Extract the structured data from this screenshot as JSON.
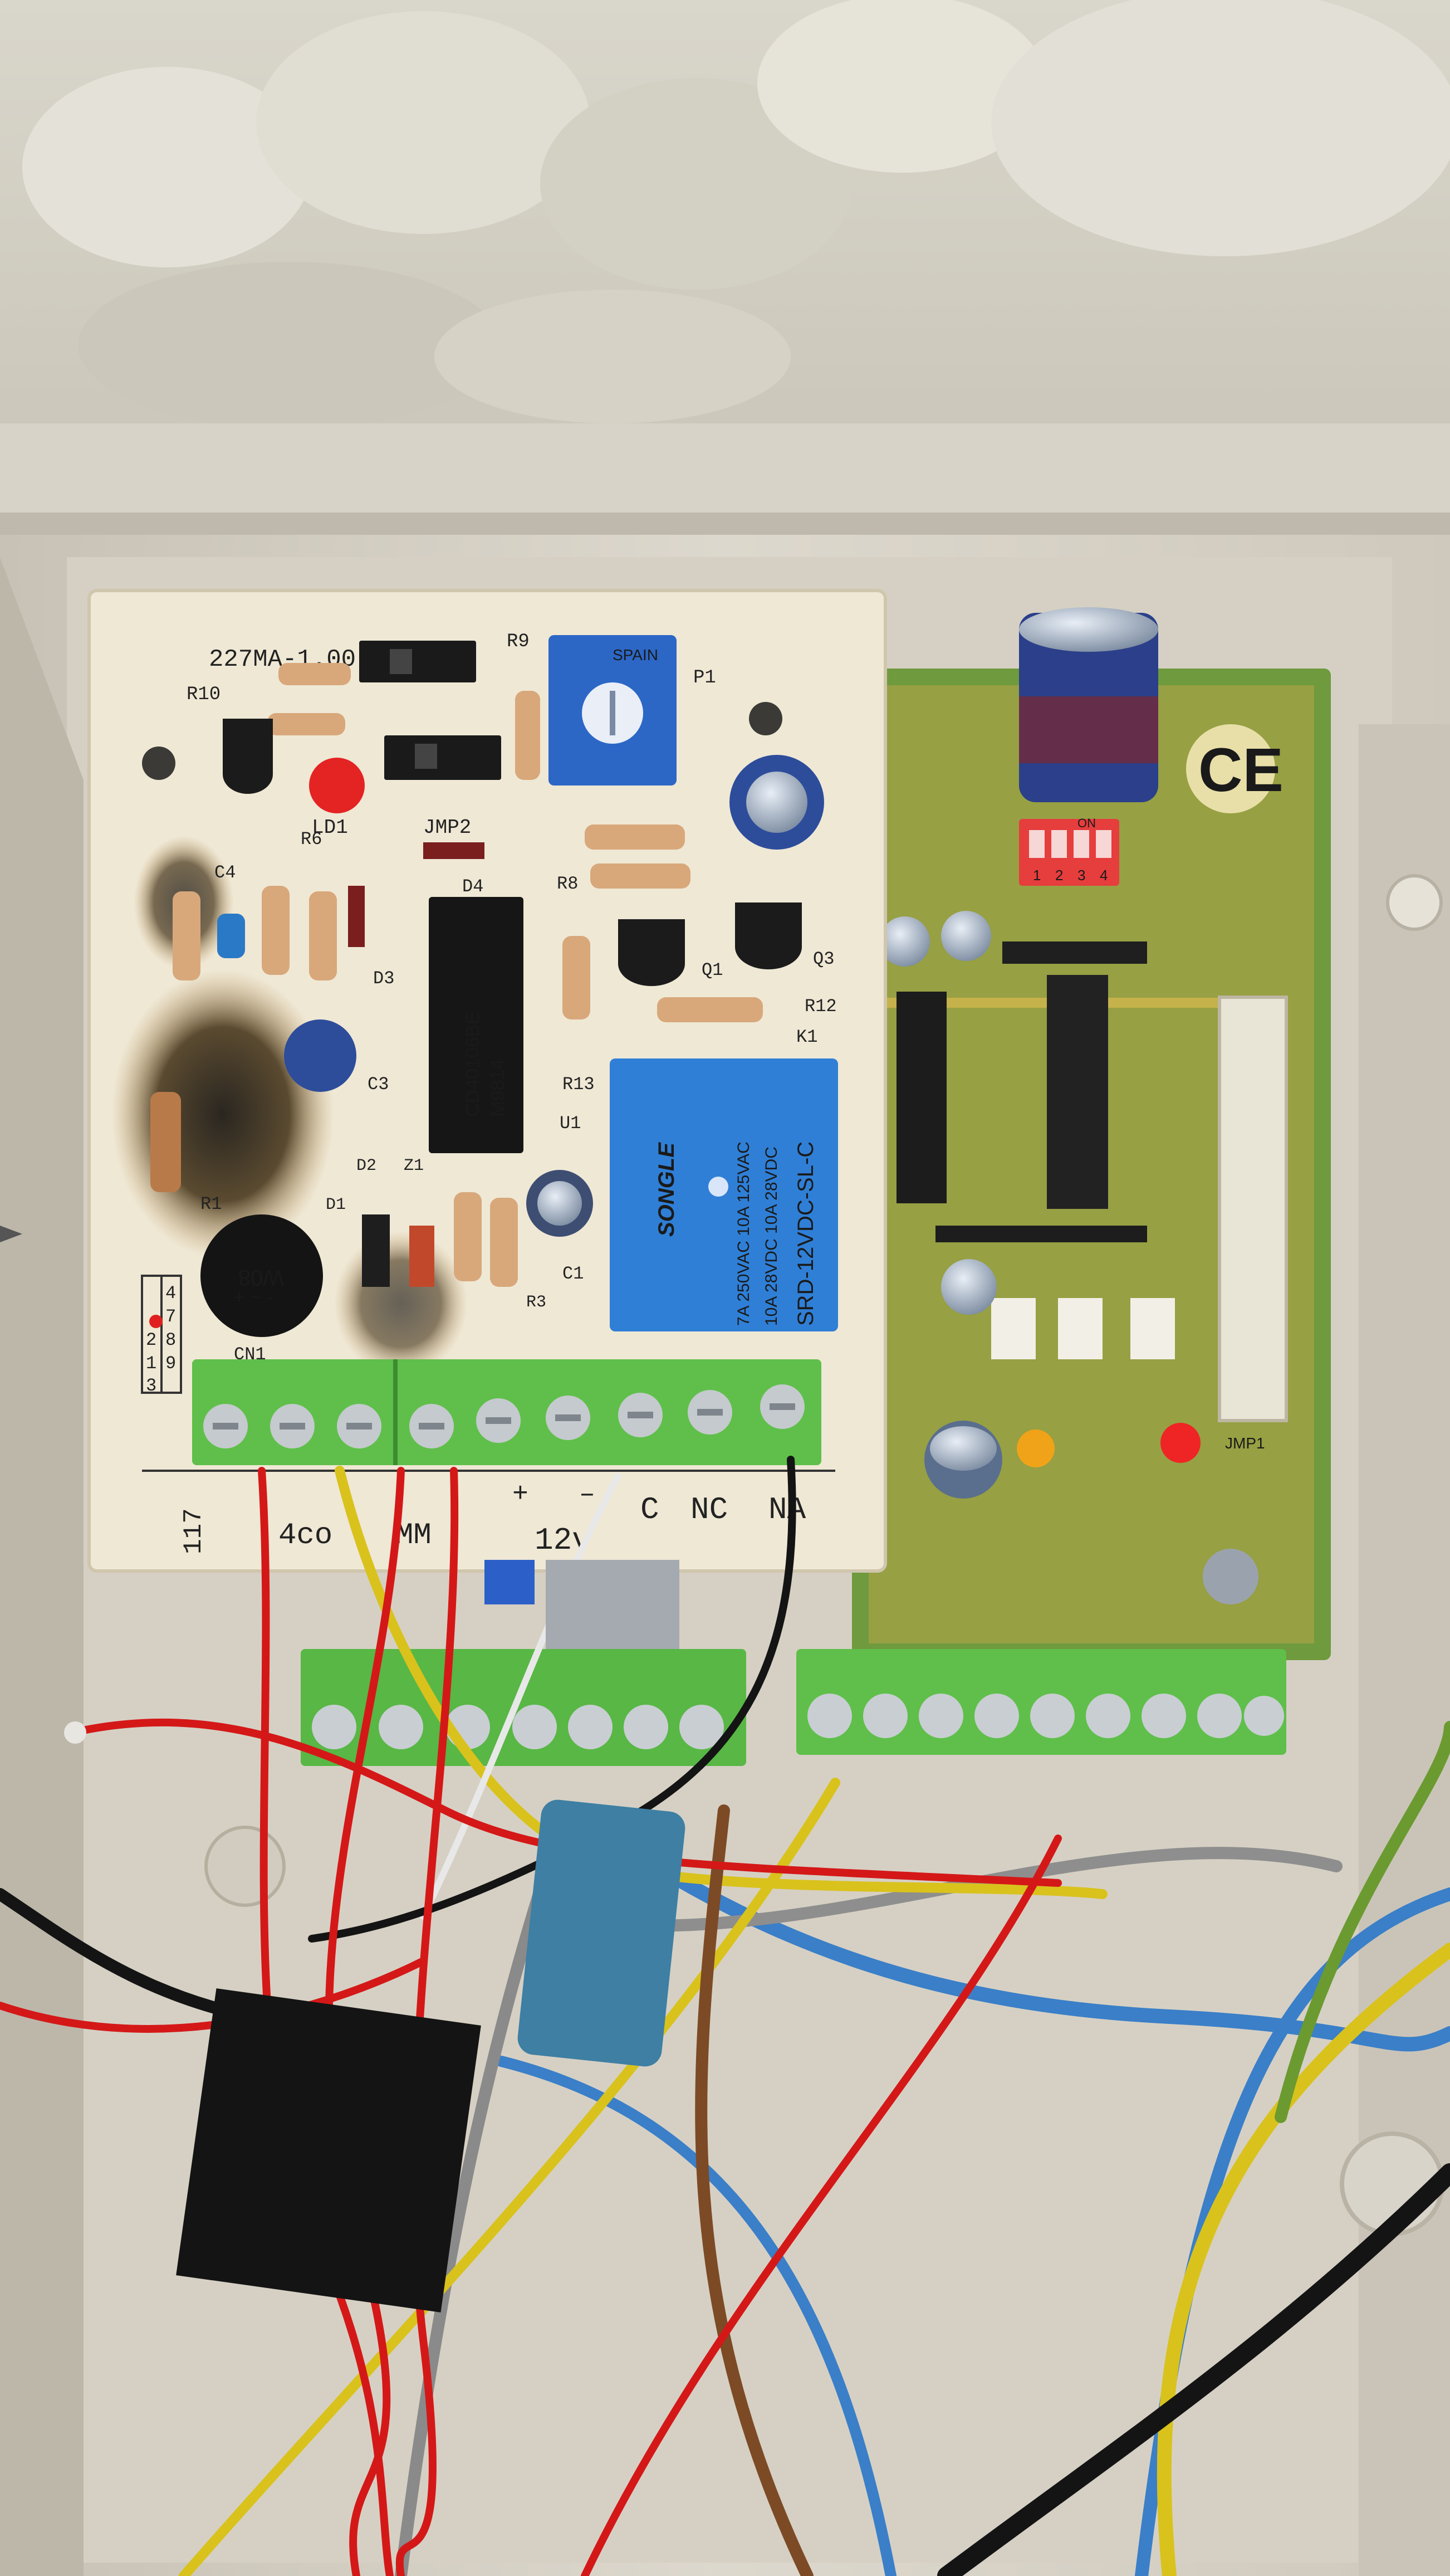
{
  "board": {
    "model": "227MA-1.00",
    "refs": {
      "r10": "R10",
      "r9": "R9",
      "p1": "P1",
      "ld1": "LD1",
      "jmp2": "JMP2",
      "c4": "C4",
      "r6": "R6",
      "r8": "R8",
      "d4": "D4",
      "d3": "D3",
      "c3": "C3",
      "r1": "R1",
      "d2": "D2",
      "z1": "Z1",
      "d1": "D1",
      "r3": "R3",
      "c1": "C1",
      "cn1": "CN1",
      "r13": "R13",
      "r12": "R12",
      "k1": "K1",
      "q1": "Q1",
      "q3": "Q3",
      "u1": "U1"
    },
    "ic": {
      "line1": "CD40106BE",
      "line2": "M9814"
    },
    "relay": {
      "brand": "SONGLE",
      "spec1": "7A 250VAC  10A 125VAC",
      "spec2": "10A 28VDC  10A 28VDC",
      "model": "SRD-12VDC-SL-C"
    },
    "trimmer": "SPAIN",
    "bridge": {
      "line1": "W08",
      "line2": "+ ~ -"
    },
    "pin_numbers": [
      "4",
      "7",
      "8",
      "9",
      "1",
      "2",
      "3"
    ],
    "terminal_labels": {
      "n117": "117",
      "c4co": "4co",
      "mm": "MM",
      "plus": "+",
      "minus": "–",
      "v12": "12v",
      "c": "C",
      "nc": "NC",
      "na": "NA"
    }
  },
  "receiver": {
    "ce_mark": "CE",
    "dip": {
      "label": "ON",
      "numbers": [
        "1",
        "2",
        "3",
        "4"
      ]
    },
    "jumper_label": "JMP1"
  },
  "colors": {
    "board_cream": "#efe8d5",
    "pcb_green": "#6f9a3e",
    "terminal_green": "#5fbf4a",
    "relay_blue": "#2f7fd6",
    "wire_red": "#d41818",
    "wire_yellow": "#d9c21c",
    "wire_blue": "#3a7fc8",
    "wire_black": "#141414"
  }
}
